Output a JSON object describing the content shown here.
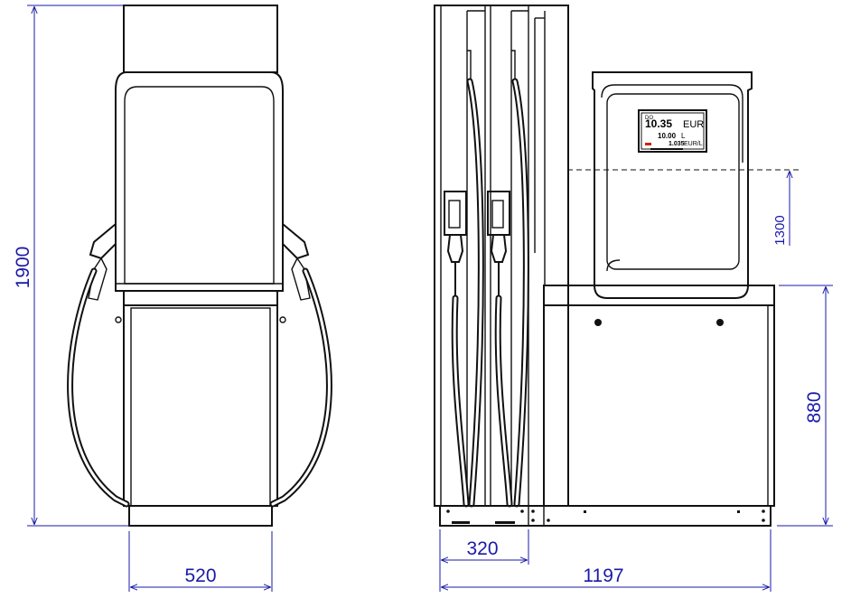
{
  "dimensions": {
    "overall_height": "1900",
    "front_width": "520",
    "side_module_width": "320",
    "side_total_width": "1197",
    "display_height": "1300",
    "cabinet_height": "880"
  },
  "display": {
    "amount_value": "10.35",
    "amount_unit": "EUR",
    "volume_value": "10.00",
    "volume_unit": "L",
    "price_value": "1.035",
    "price_unit": "EUR/L",
    "corner_label": "DO"
  },
  "colors": {
    "line": "#111111",
    "dimension": "#1a1aa8",
    "accent": "#cc2200"
  }
}
